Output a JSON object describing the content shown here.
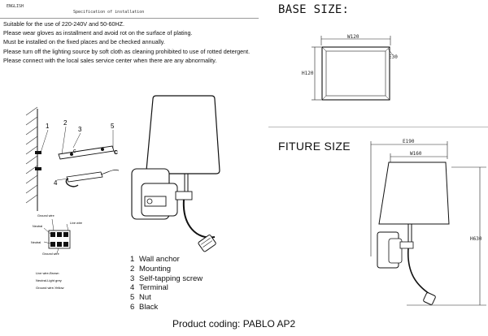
{
  "header": {
    "lang": "ENGLISH",
    "spec_title": "Specification of installation"
  },
  "instructions": [
    "Suitable for the use of 220-240V and 50-60HZ.",
    "Please wear gloves as installment and avoid rot on the surface of plating.",
    "Must be installed on the fixed places and be checked annually.",
    "Please turn off the lighting source by soft cloth as cleaning prohibited to use of rotted detergent.",
    "Please connect with the local sales service center when there are any abnormality."
  ],
  "base": {
    "title": "BASE SIZE:",
    "width_label": "W120",
    "height_label": "H120",
    "depth_label": "E30"
  },
  "fixture": {
    "title": "FITURE SIZE",
    "e_label": "E190",
    "w_label": "W160",
    "h_label": "H630"
  },
  "install_diagram": {
    "callouts": [
      "1",
      "2",
      "3",
      "5",
      "4"
    ],
    "wiring": {
      "ground_top": "Ground wire",
      "live": "Live wire",
      "neutral_1": "Neutral",
      "neutral_2": "Neutral",
      "ground_bottom": "Ground wire"
    },
    "wire_colors": [
      "Live wire-Brown",
      "Neutral-Light grey",
      "Ground wire-Yellow"
    ]
  },
  "legend": [
    {
      "num": "1",
      "label": "Wall anchor"
    },
    {
      "num": "2",
      "label": "Mounting"
    },
    {
      "num": "3",
      "label": "Self-tapping screw"
    },
    {
      "num": "4",
      "label": "Terminal"
    },
    {
      "num": "5",
      "label": "Nut"
    },
    {
      "num": "6",
      "label": "Black"
    }
  ],
  "footer": {
    "product_coding": "Product coding: PABLO AP2"
  }
}
